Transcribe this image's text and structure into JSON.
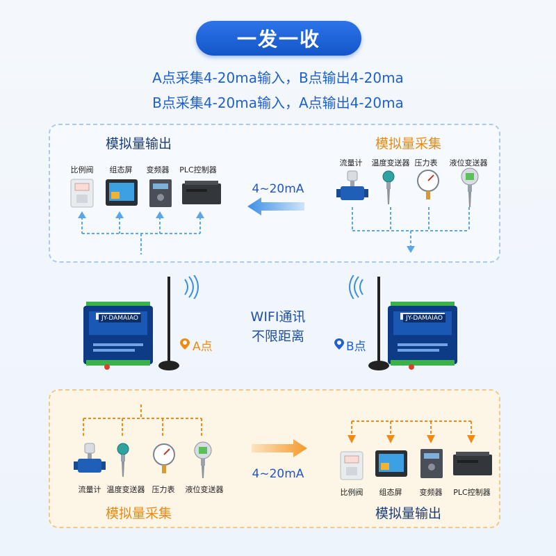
{
  "header": {
    "title": "一发一收",
    "line1": "A点采集4-20ma输入，B点输出4-20ma",
    "line2": "B点采集4-20ma输入，A点输出4-20ma"
  },
  "top_panel": {
    "output_title": "模拟量输出",
    "input_title": "模拟量采集",
    "signal": "4~20mA",
    "output_devices": [
      "比例阀",
      "组态屏",
      "变频器",
      "PLC控制器"
    ],
    "input_devices": [
      "流量计",
      "温度变送器",
      "压力表",
      "液位变送器"
    ]
  },
  "middle": {
    "wifi_line1": "WIFI通讯",
    "wifi_line2": "不限距离",
    "point_a": "A点",
    "point_b": "B点",
    "module_label": "JY-DAMAIAO"
  },
  "bottom_panel": {
    "input_title": "模拟量采集",
    "output_title": "模拟量输出",
    "signal": "4~20mA",
    "input_devices": [
      "流量计",
      "温度变送器",
      "压力表",
      "液位变送器"
    ],
    "output_devices": [
      "比例阀",
      "组态屏",
      "变频器",
      "PLC控制器"
    ]
  },
  "colors": {
    "blue": "#1f5fd0",
    "orange": "#f08a14",
    "arrow_blue": "#5aa6ea"
  }
}
